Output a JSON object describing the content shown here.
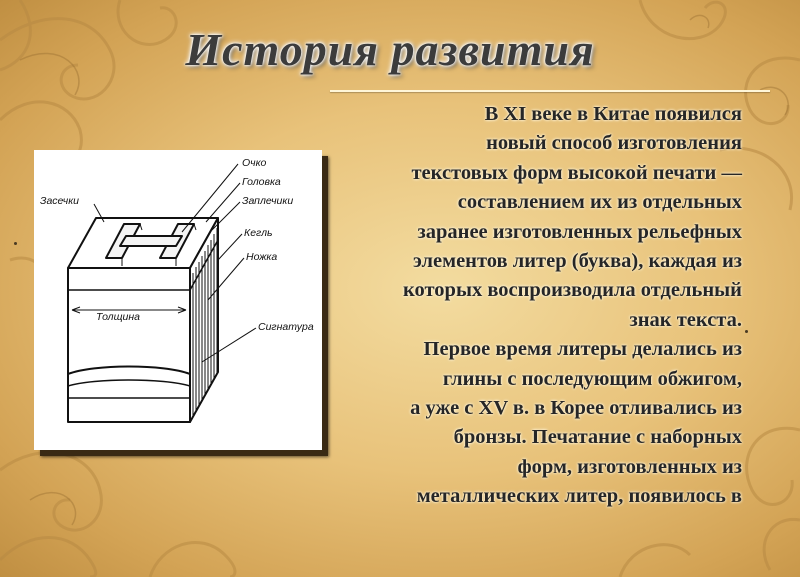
{
  "slide": {
    "title": "История развития",
    "body_lines": [
      "В XI веке в Китае появился",
      "новый способ изготовления",
      "текстовых форм высокой печати —",
      "составлением их из отдельных",
      "заранее изготовленных рельефных",
      "элементов литер (буква), каждая из",
      "которых воспроизводила отдельный",
      "знак текста.",
      "Первое время литеры делались из",
      "глины с последующим обжигом,",
      "а уже с XV в. в Корее отливались из",
      "бронзы. Печатание с наборных",
      "форм, изготовленных из",
      "металлических литер, появилось в"
    ]
  },
  "diagram": {
    "labels": {
      "ochko": "Очко",
      "golovka": "Головка",
      "zasechki": "Засечки",
      "zaplechiki": "Заплечики",
      "kegl": "Кегль",
      "nozhka": "Ножка",
      "tolshchina": "Толщина",
      "signatura": "Сигнатура"
    }
  },
  "colors": {
    "background": "#e8c27a",
    "ornament": "#b88a44",
    "text": "#262626",
    "title": "#3c3c3c"
  }
}
